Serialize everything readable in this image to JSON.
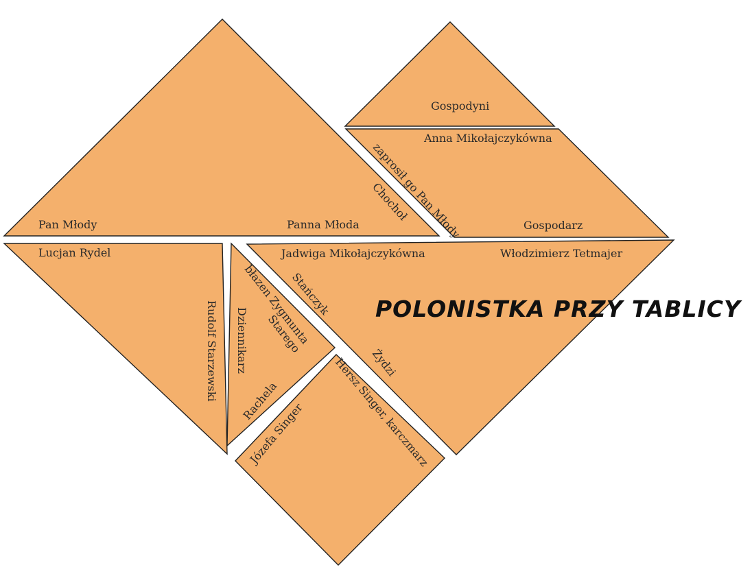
{
  "colors": {
    "piece_fill": "#F4B06C",
    "piece_stroke": "#222222",
    "text": "#2a2a2a"
  },
  "brand": "POLONISTKA PRZY TABLICY",
  "labels": {
    "pan_mlody": "Pan Młody",
    "panna_mloda": "Panna Młoda",
    "chochol": "Chochoł",
    "zaprosil": "zaprosił go Pan Młody",
    "gospodyni": "Gospodyni",
    "anna": "Anna Mikołajczykówna",
    "gospodarz": "Gospodarz",
    "lucjan": "Lucjan Rydel",
    "rudolf": "Rudolf Starzewski",
    "jadwiga": "Jadwiga Mikołajczykówna",
    "wlodzimierz": "Włodzimierz Tetmajer",
    "stanczyk": "Stańczyk",
    "blazen_line1": "błazen Zygmunta",
    "blazen_line2": "Starego",
    "dziennikarz": "Dziennikarz",
    "rachela": "Rachela",
    "zydzi": "Żydzi",
    "hersz": "Hersz Singer, karczmarz",
    "jozefa": "Józefa Singer"
  }
}
